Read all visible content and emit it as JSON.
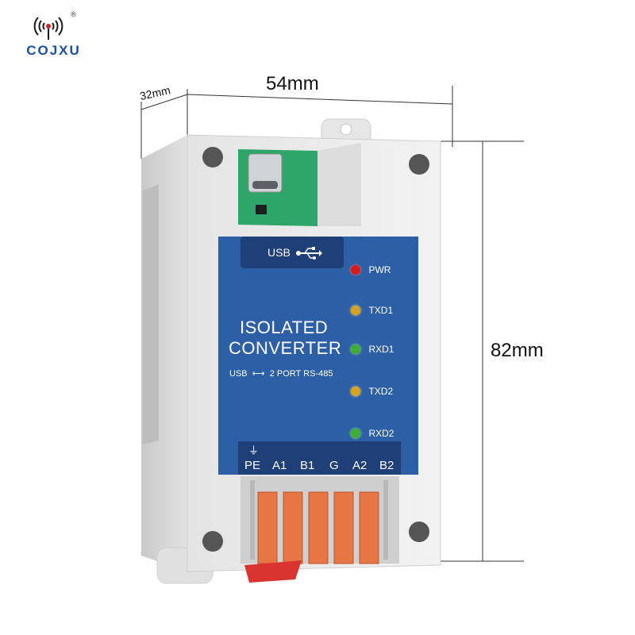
{
  "brand": {
    "name": "COJXU",
    "registered": "®"
  },
  "dimensions": {
    "width": "54mm",
    "height": "82mm",
    "depth": "32mm"
  },
  "panel": {
    "usb_label": "USB",
    "title_line1": "ISOLATED",
    "title_line2": "CONVERTER",
    "subtitle_left": "USB",
    "subtitle_right": "2 PORT RS-485",
    "leds": [
      {
        "label": "PWR",
        "color": "#d81c1c"
      },
      {
        "label": "TXD1",
        "color": "#d8a21a"
      },
      {
        "label": "RXD1",
        "color": "#3fae35"
      },
      {
        "label": "TXD2",
        "color": "#d8a21a"
      },
      {
        "label": "RXD2",
        "color": "#3fae35"
      }
    ],
    "terminals": [
      "PE",
      "A1",
      "B1",
      "G",
      "A2",
      "B2"
    ]
  }
}
